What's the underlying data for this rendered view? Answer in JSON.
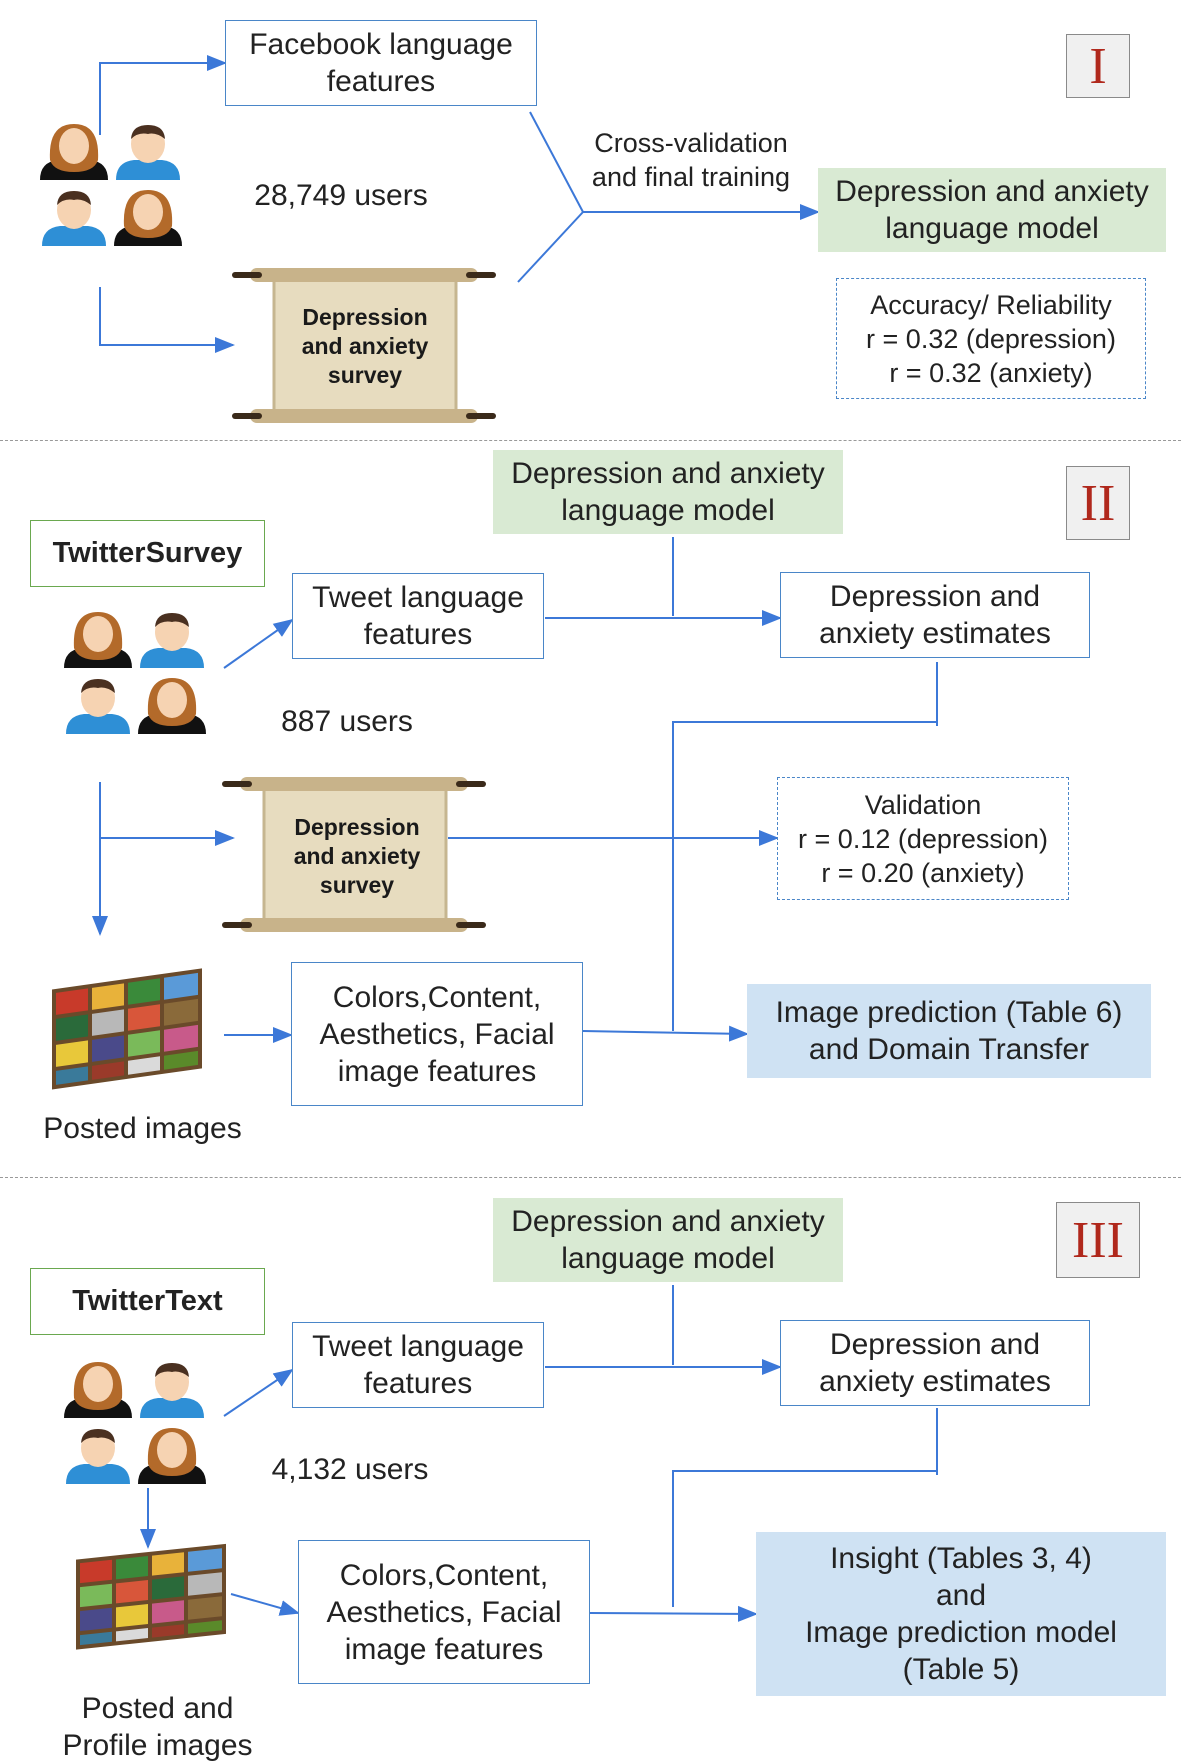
{
  "panel1": {
    "roman": "I",
    "fb_features": "Facebook language\nfeatures",
    "users": "28,749 users",
    "survey": "Depression\nand anxiety\nsurvey",
    "cv_label": "Cross-validation\nand final training",
    "model": "Depression and anxiety\nlanguage model",
    "accuracy": "Accuracy/ Reliability\nr = 0.32 (depression)\nr = 0.32 (anxiety)"
  },
  "panel2": {
    "roman": "II",
    "title": "TwitterSurvey",
    "model": "Depression and anxiety\nlanguage model",
    "tweet_features": "Tweet language\nfeatures",
    "estimates": "Depression and\nanxiety estimates",
    "users": "887 users",
    "survey": "Depression\nand anxiety\nsurvey",
    "validation": "Validation\nr = 0.12 (depression)\nr = 0.20  (anxiety)",
    "image_features": "Colors,Content,\nAesthetics, Facial\nimage features",
    "image_prediction": "Image prediction (Table 6)\nand Domain Transfer",
    "posted_images": "Posted images"
  },
  "panel3": {
    "roman": "III",
    "title": "TwitterText",
    "model": "Depression and anxiety\nlanguage model",
    "tweet_features": "Tweet language\nfeatures",
    "estimates": "Depression and\nanxiety estimates",
    "users": "4,132 users",
    "image_features": "Colors,Content,\nAesthetics, Facial\nimage features",
    "insight": "Insight (Tables 3, 4)\nand\nImage prediction model\n(Table 5)",
    "posted_images": "Posted and\nProfile images"
  },
  "colors": {
    "arrow": "#3c78d8",
    "green_fill": "#d9ead3",
    "blue_fill": "#cfe2f3",
    "roman": "#b0281c"
  }
}
